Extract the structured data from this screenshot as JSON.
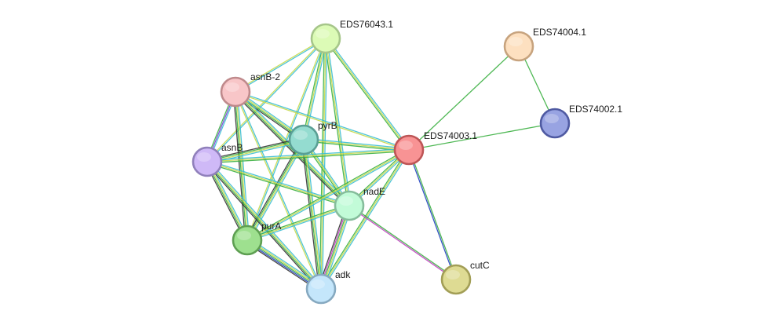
{
  "nodes": [
    {
      "id": "EDS76043.1",
      "label": "EDS76043.1",
      "fill": "#dcfbb6",
      "stroke": "#a6c68a"
    },
    {
      "id": "EDS74004.1",
      "label": "EDS74004.1",
      "fill": "#fde0c0",
      "stroke": "#c7a37e"
    },
    {
      "id": "asnB-2",
      "label": "asnB-2",
      "fill": "#f8c6c8",
      "stroke": "#bf8a8c"
    },
    {
      "id": "EDS74002.1",
      "label": "EDS74002.1",
      "fill": "#98a3e2",
      "stroke": "#4f5aa2"
    },
    {
      "id": "pyrB",
      "label": "pyrB",
      "fill": "#94dcd0",
      "stroke": "#5a9f94"
    },
    {
      "id": "EDS74003.1",
      "label": "EDS74003.1",
      "fill": "#f89394",
      "stroke": "#bd5556"
    },
    {
      "id": "asnB",
      "label": "asnB",
      "fill": "#cfb9f7",
      "stroke": "#9080bb"
    },
    {
      "id": "nadE",
      "label": "nadE",
      "fill": "#c2fbd8",
      "stroke": "#86bd9c"
    },
    {
      "id": "purA",
      "label": "purA",
      "fill": "#9ee08f",
      "stroke": "#5e9f52"
    },
    {
      "id": "cutC",
      "label": "cutC",
      "fill": "#dedb93",
      "stroke": "#a29e56"
    },
    {
      "id": "adk",
      "label": "adk",
      "fill": "#c4e6fb",
      "stroke": "#86a9c0"
    }
  ],
  "edges": [
    {
      "source": "EDS76043.1",
      "target": "asnB-2",
      "colors": [
        "#3cbed3",
        "#c8d94b"
      ]
    },
    {
      "source": "EDS76043.1",
      "target": "pyrB",
      "colors": [
        "#3cbed3",
        "#c8d94b",
        "#3cb043"
      ]
    },
    {
      "source": "EDS76043.1",
      "target": "asnB",
      "colors": [
        "#3cbed3",
        "#c8d94b"
      ]
    },
    {
      "source": "EDS76043.1",
      "target": "EDS74003.1",
      "colors": [
        "#3cbed3",
        "#c8d94b",
        "#3cb043"
      ]
    },
    {
      "source": "EDS76043.1",
      "target": "nadE",
      "colors": [
        "#3cbed3",
        "#c8d94b",
        "#3cb043"
      ]
    },
    {
      "source": "EDS76043.1",
      "target": "purA",
      "colors": [
        "#3cbed3",
        "#c8d94b"
      ]
    },
    {
      "source": "EDS76043.1",
      "target": "adk",
      "colors": [
        "#3cbed3",
        "#c8d94b",
        "#3cb043"
      ]
    },
    {
      "source": "asnB-2",
      "target": "pyrB",
      "colors": [
        "#3cbed3",
        "#c8d94b",
        "#3cb043",
        "#333333"
      ]
    },
    {
      "source": "asnB-2",
      "target": "asnB",
      "colors": [
        "#3cbed3",
        "#7b3fd6",
        "#3cb043"
      ]
    },
    {
      "source": "asnB-2",
      "target": "EDS74003.1",
      "colors": [
        "#3cbed3",
        "#c8d94b"
      ]
    },
    {
      "source": "asnB-2",
      "target": "nadE",
      "colors": [
        "#3cbed3",
        "#c8d94b",
        "#3cb043",
        "#333333"
      ]
    },
    {
      "source": "asnB-2",
      "target": "purA",
      "colors": [
        "#3cbed3",
        "#c8d94b",
        "#3cb043",
        "#333333"
      ]
    },
    {
      "source": "asnB-2",
      "target": "adk",
      "colors": [
        "#3cbed3",
        "#c8d94b"
      ]
    },
    {
      "source": "pyrB",
      "target": "asnB",
      "colors": [
        "#3cbed3",
        "#c8d94b",
        "#3cb043",
        "#333333"
      ]
    },
    {
      "source": "pyrB",
      "target": "EDS74003.1",
      "colors": [
        "#3cbed3",
        "#c8d94b",
        "#3cb043"
      ]
    },
    {
      "source": "pyrB",
      "target": "nadE",
      "colors": [
        "#3cbed3",
        "#c8d94b",
        "#3cb043"
      ]
    },
    {
      "source": "pyrB",
      "target": "purA",
      "colors": [
        "#3cbed3",
        "#c8d94b",
        "#3cb043",
        "#333333"
      ]
    },
    {
      "source": "pyrB",
      "target": "adk",
      "colors": [
        "#3cbed3",
        "#c8d94b",
        "#3cb043",
        "#333333"
      ]
    },
    {
      "source": "asnB",
      "target": "EDS74003.1",
      "colors": [
        "#3cbed3",
        "#c8d94b",
        "#3cb043"
      ]
    },
    {
      "source": "asnB",
      "target": "nadE",
      "colors": [
        "#3cbed3",
        "#c8d94b",
        "#3cb043"
      ]
    },
    {
      "source": "asnB",
      "target": "purA",
      "colors": [
        "#3cbed3",
        "#c8d94b",
        "#3cb043",
        "#333333"
      ]
    },
    {
      "source": "asnB",
      "target": "adk",
      "colors": [
        "#3cbed3",
        "#c8d94b",
        "#3cb043",
        "#333333"
      ]
    },
    {
      "source": "EDS74003.1",
      "target": "nadE",
      "colors": [
        "#3cbed3",
        "#c8d94b",
        "#3cb043"
      ]
    },
    {
      "source": "EDS74003.1",
      "target": "purA",
      "colors": [
        "#3cbed3",
        "#c8d94b",
        "#3cb043"
      ]
    },
    {
      "source": "EDS74003.1",
      "target": "adk",
      "colors": [
        "#3cbed3",
        "#c8d94b",
        "#3cb043"
      ]
    },
    {
      "source": "EDS74003.1",
      "target": "cutC",
      "colors": [
        "#3cb043",
        "#2040c0"
      ]
    },
    {
      "source": "EDS74003.1",
      "target": "EDS74004.1",
      "colors": [
        "#3cb043"
      ]
    },
    {
      "source": "EDS74003.1",
      "target": "EDS74002.1",
      "colors": [
        "#3cb043"
      ]
    },
    {
      "source": "EDS74004.1",
      "target": "EDS74002.1",
      "colors": [
        "#3cb043"
      ]
    },
    {
      "source": "nadE",
      "target": "purA",
      "colors": [
        "#3cbed3",
        "#c8d94b",
        "#3cb043"
      ]
    },
    {
      "source": "nadE",
      "target": "adk",
      "colors": [
        "#3cbed3",
        "#c8d94b",
        "#3cb043",
        "#c040c0",
        "#333333"
      ]
    },
    {
      "source": "nadE",
      "target": "cutC",
      "colors": [
        "#3cb043",
        "#c040c0"
      ]
    },
    {
      "source": "purA",
      "target": "adk",
      "colors": [
        "#3cbed3",
        "#c8d94b",
        "#3cb043",
        "#2040c0",
        "#333333"
      ]
    }
  ]
}
